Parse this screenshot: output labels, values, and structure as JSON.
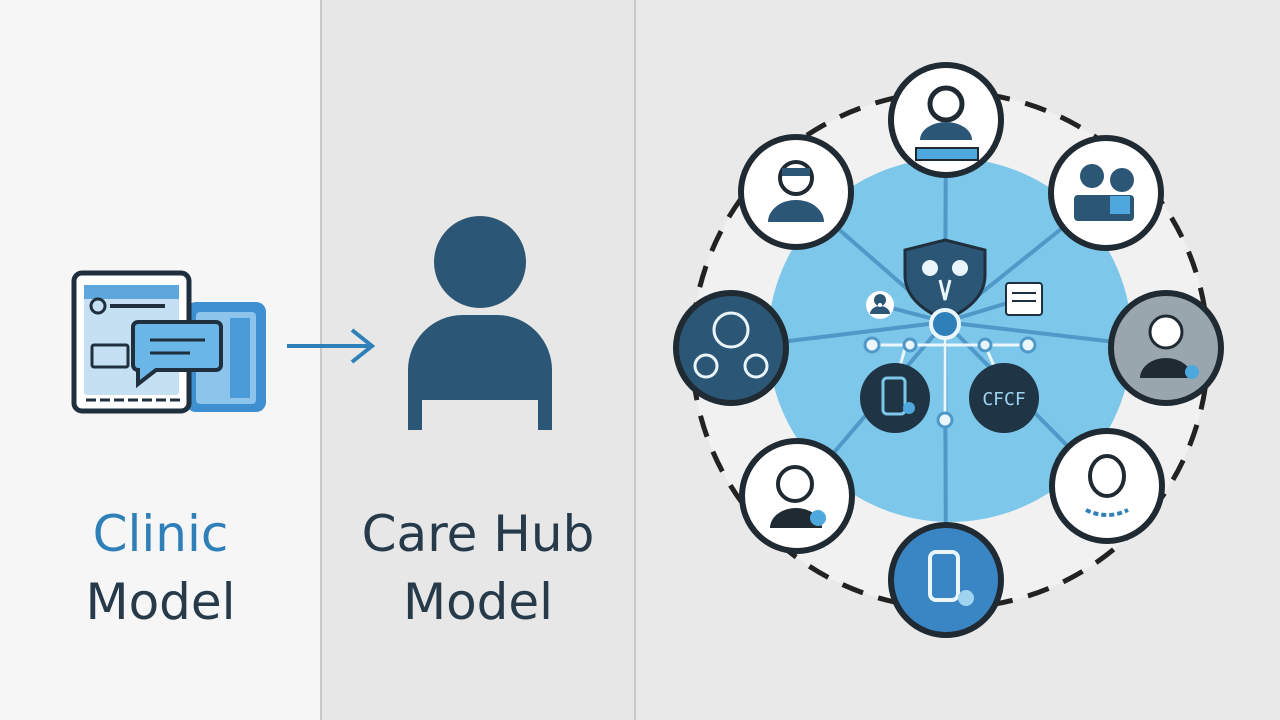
{
  "colors": {
    "accent_blue": "#2f80b8",
    "light_blue": "#7cc7ea",
    "dark_slate": "#263a4a",
    "person_navy": "#2c5676"
  },
  "clinic": {
    "title_line1": "Clinic",
    "title_line2": "Model",
    "icon": "clinic-tablet-chat-icon"
  },
  "arrow": {
    "icon": "right-arrow-icon"
  },
  "care_hub": {
    "title_line1": "Care Hub",
    "title_line2": "Model",
    "icon": "person-silhouette-icon"
  },
  "network": {
    "center_icon": "shield-hub-icon",
    "spokes": [
      {
        "icon": "clinician-icon"
      },
      {
        "icon": "caregiver-team-icon"
      },
      {
        "icon": "patient-icon"
      },
      {
        "icon": "family-member-icon"
      },
      {
        "icon": "telehealth-device-icon"
      },
      {
        "icon": "specialist-icon"
      },
      {
        "icon": "care-group-icon"
      },
      {
        "icon": "nurse-icon"
      },
      {
        "icon": "provider-icon"
      }
    ]
  }
}
